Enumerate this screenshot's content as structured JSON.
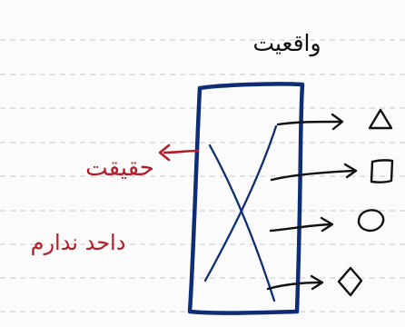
{
  "note": {
    "heading": "واقعیت",
    "red_words": {
      "top": "حقیقت",
      "bottom": "داحد ندارم"
    },
    "shapes": [
      {
        "name": "triangle"
      },
      {
        "name": "square"
      },
      {
        "name": "circle"
      },
      {
        "name": "diamond"
      }
    ],
    "colors": {
      "ink": "#0f2d74",
      "rule": "#d9d9d9",
      "text": "#111111",
      "red_ink": "#b31d2a",
      "paper": "#fbfbfb"
    }
  }
}
